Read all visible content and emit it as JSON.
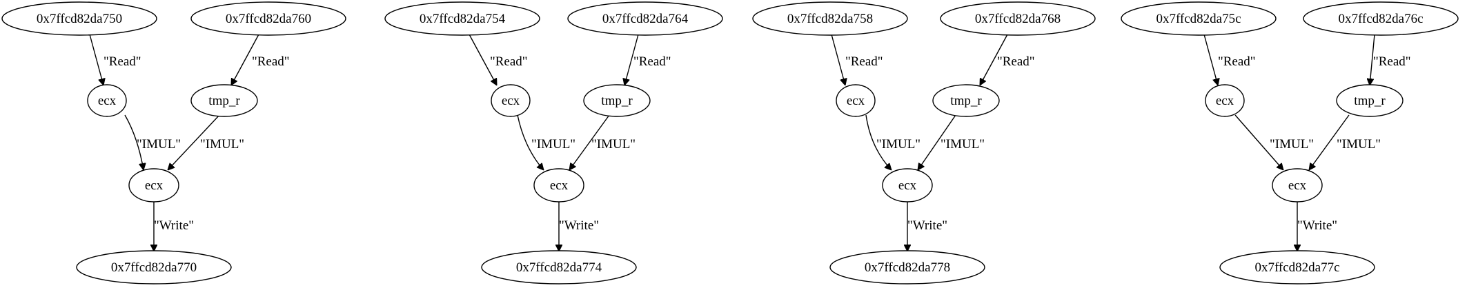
{
  "graphs": [
    {
      "nodes": {
        "src_a": "0x7ffcd82da750",
        "src_b": "0x7ffcd82da760",
        "reg_a": "ecx",
        "reg_b": "tmp_r",
        "reg_out": "ecx",
        "dst": "0x7ffcd82da770"
      },
      "edges": {
        "read_a": "\"Read\"",
        "read_b": "\"Read\"",
        "imul_a": "\"IMUL\"",
        "imul_b": "\"IMUL\"",
        "write": "\"Write\""
      }
    },
    {
      "nodes": {
        "src_a": "0x7ffcd82da754",
        "src_b": "0x7ffcd82da764",
        "reg_a": "ecx",
        "reg_b": "tmp_r",
        "reg_out": "ecx",
        "dst": "0x7ffcd82da774"
      },
      "edges": {
        "read_a": "\"Read\"",
        "read_b": "\"Read\"",
        "imul_a": "\"IMUL\"",
        "imul_b": "\"IMUL\"",
        "write": "\"Write\""
      }
    },
    {
      "nodes": {
        "src_a": "0x7ffcd82da758",
        "src_b": "0x7ffcd82da768",
        "reg_a": "ecx",
        "reg_b": "tmp_r",
        "reg_out": "ecx",
        "dst": "0x7ffcd82da778"
      },
      "edges": {
        "read_a": "\"Read\"",
        "read_b": "\"Read\"",
        "imul_a": "\"IMUL\"",
        "imul_b": "\"IMUL\"",
        "write": "\"Write\""
      }
    },
    {
      "nodes": {
        "src_a": "0x7ffcd82da75c",
        "src_b": "0x7ffcd82da76c",
        "reg_a": "ecx",
        "reg_b": "tmp_r",
        "reg_out": "ecx",
        "dst": "0x7ffcd82da77c"
      },
      "edges": {
        "read_a": "\"Read\"",
        "read_b": "\"Read\"",
        "imul_a": "\"IMUL\"",
        "imul_b": "\"IMUL\"",
        "write": "\"Write\""
      }
    }
  ]
}
